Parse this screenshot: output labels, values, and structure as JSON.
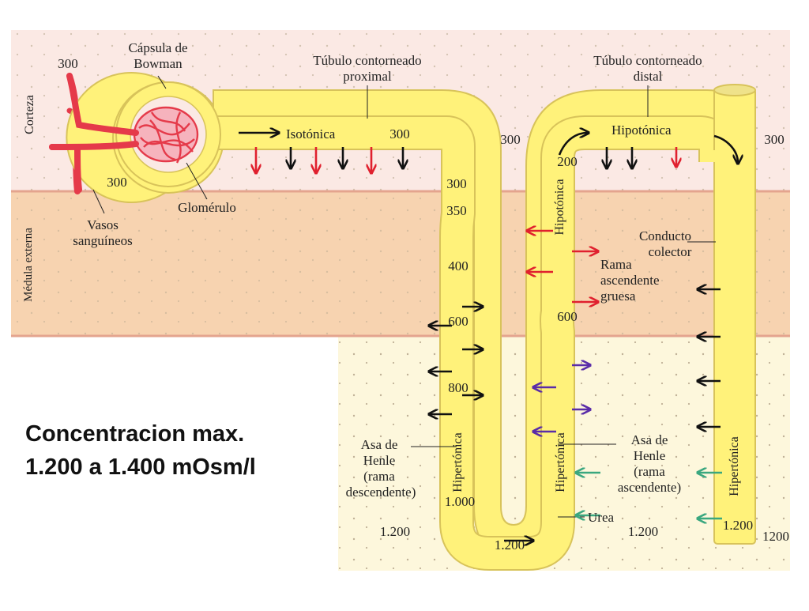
{
  "caption": {
    "line1": "Concentracion max.",
    "line2": "1.200 a 1.400 mOsm/l"
  },
  "zones": {
    "cortex": "Corteza",
    "outer_medulla": "Médula externa"
  },
  "labels": {
    "bowman_line1": "Cápsula de",
    "bowman_line2": "Bowman",
    "proximal_line1": "Túbulo contorneado",
    "proximal_line2": "proximal",
    "distal_line1": "Túbulo contorneado",
    "distal_line2": "distal",
    "glomerulus": "Glomérulo",
    "vessels_line1": "Vasos",
    "vessels_line2": "sanguíneos",
    "isotonic": "Isotónica",
    "hypotonic_top": "Hipotónica",
    "hypotonic_vertical": "Hipotónica",
    "collecting_line1": "Conducto",
    "collecting_line2": "colector",
    "thick_line1": "Rama",
    "thick_line2": "ascendente",
    "thick_line3": "gruesa",
    "desc_line1": "Asa de",
    "desc_line2": "Henle",
    "desc_line3": "(rama",
    "desc_line4": "descendente)",
    "asc_line1": "Asa de",
    "asc_line2": "Henle",
    "asc_line3": "(rama",
    "asc_line4": "ascendente)",
    "urea": "Urea",
    "hypertonic_desc": "Hipertónica",
    "hypertonic_asc": "Hipertónica",
    "hypertonic_collect": "Hipertónica"
  },
  "values": {
    "v300_vessel_top": "300",
    "v300_vessel_bottom": "300",
    "v300_proximal": "300",
    "v300_cortex_mid": "300",
    "v300_right": "300",
    "v300_desc": "300",
    "v350": "350",
    "v400": "400",
    "v600_desc": "600",
    "v800": "800",
    "v1000": "1.000",
    "v1200_bottom": "1.200",
    "v1200_left": "1.200",
    "v1200_right": "1.200",
    "v1200_collect": "1.200",
    "v1200_edge": "1200",
    "v200": "200",
    "v600_asc": "600"
  },
  "colors": {
    "cortex_bg": "#fbe9e4",
    "cortex_border": "#e4a48e",
    "outer_medulla_bg": "#f7d3b0",
    "inner_medulla_bg": "#fdf7dc",
    "tubule_fill": "#fff27a",
    "tubule_stroke": "#d8c35a",
    "vessel_red": "#e53a4a",
    "arrow_black": "#111111",
    "arrow_red": "#e0202e",
    "arrow_purple": "#5a2ca8",
    "arrow_green": "#3aa77f"
  }
}
